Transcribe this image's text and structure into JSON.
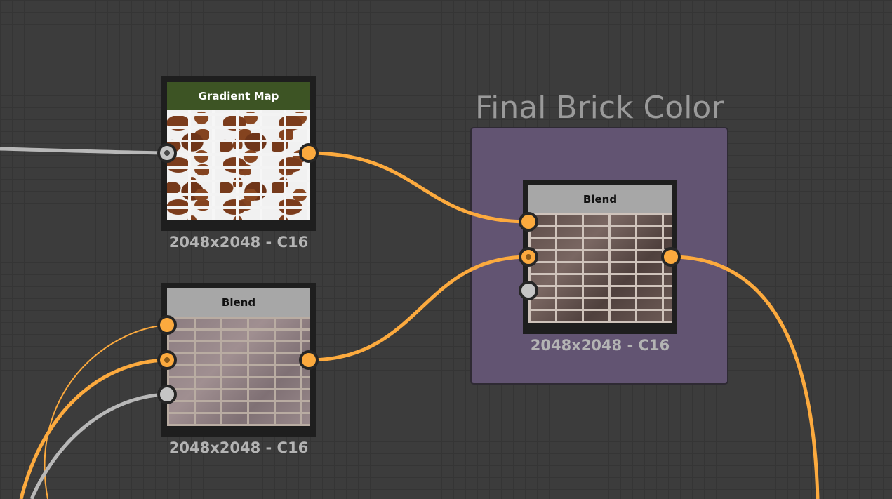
{
  "graph": {
    "frame": {
      "title": "Final Brick Color",
      "color": "#625472"
    },
    "nodes": [
      {
        "id": "gradient-map",
        "title": "Gradient Map",
        "header_color": "#3d5424",
        "resolution": "2048x2048 - C16"
      },
      {
        "id": "blend-left",
        "title": "Blend",
        "header_color": "#a7a7a7",
        "resolution": "2048x2048 - C16"
      },
      {
        "id": "blend-final",
        "title": "Blend",
        "header_color": "#a7a7a7",
        "resolution": "2048x2048 - C16"
      }
    ],
    "colors": {
      "background": "#3c3c3c",
      "wire_color": "#fcaa3e",
      "wire_grayscale": "#b8b8b8",
      "port_color": "#fcaa3e",
      "port_grayscale": "#c5c5c5"
    }
  }
}
